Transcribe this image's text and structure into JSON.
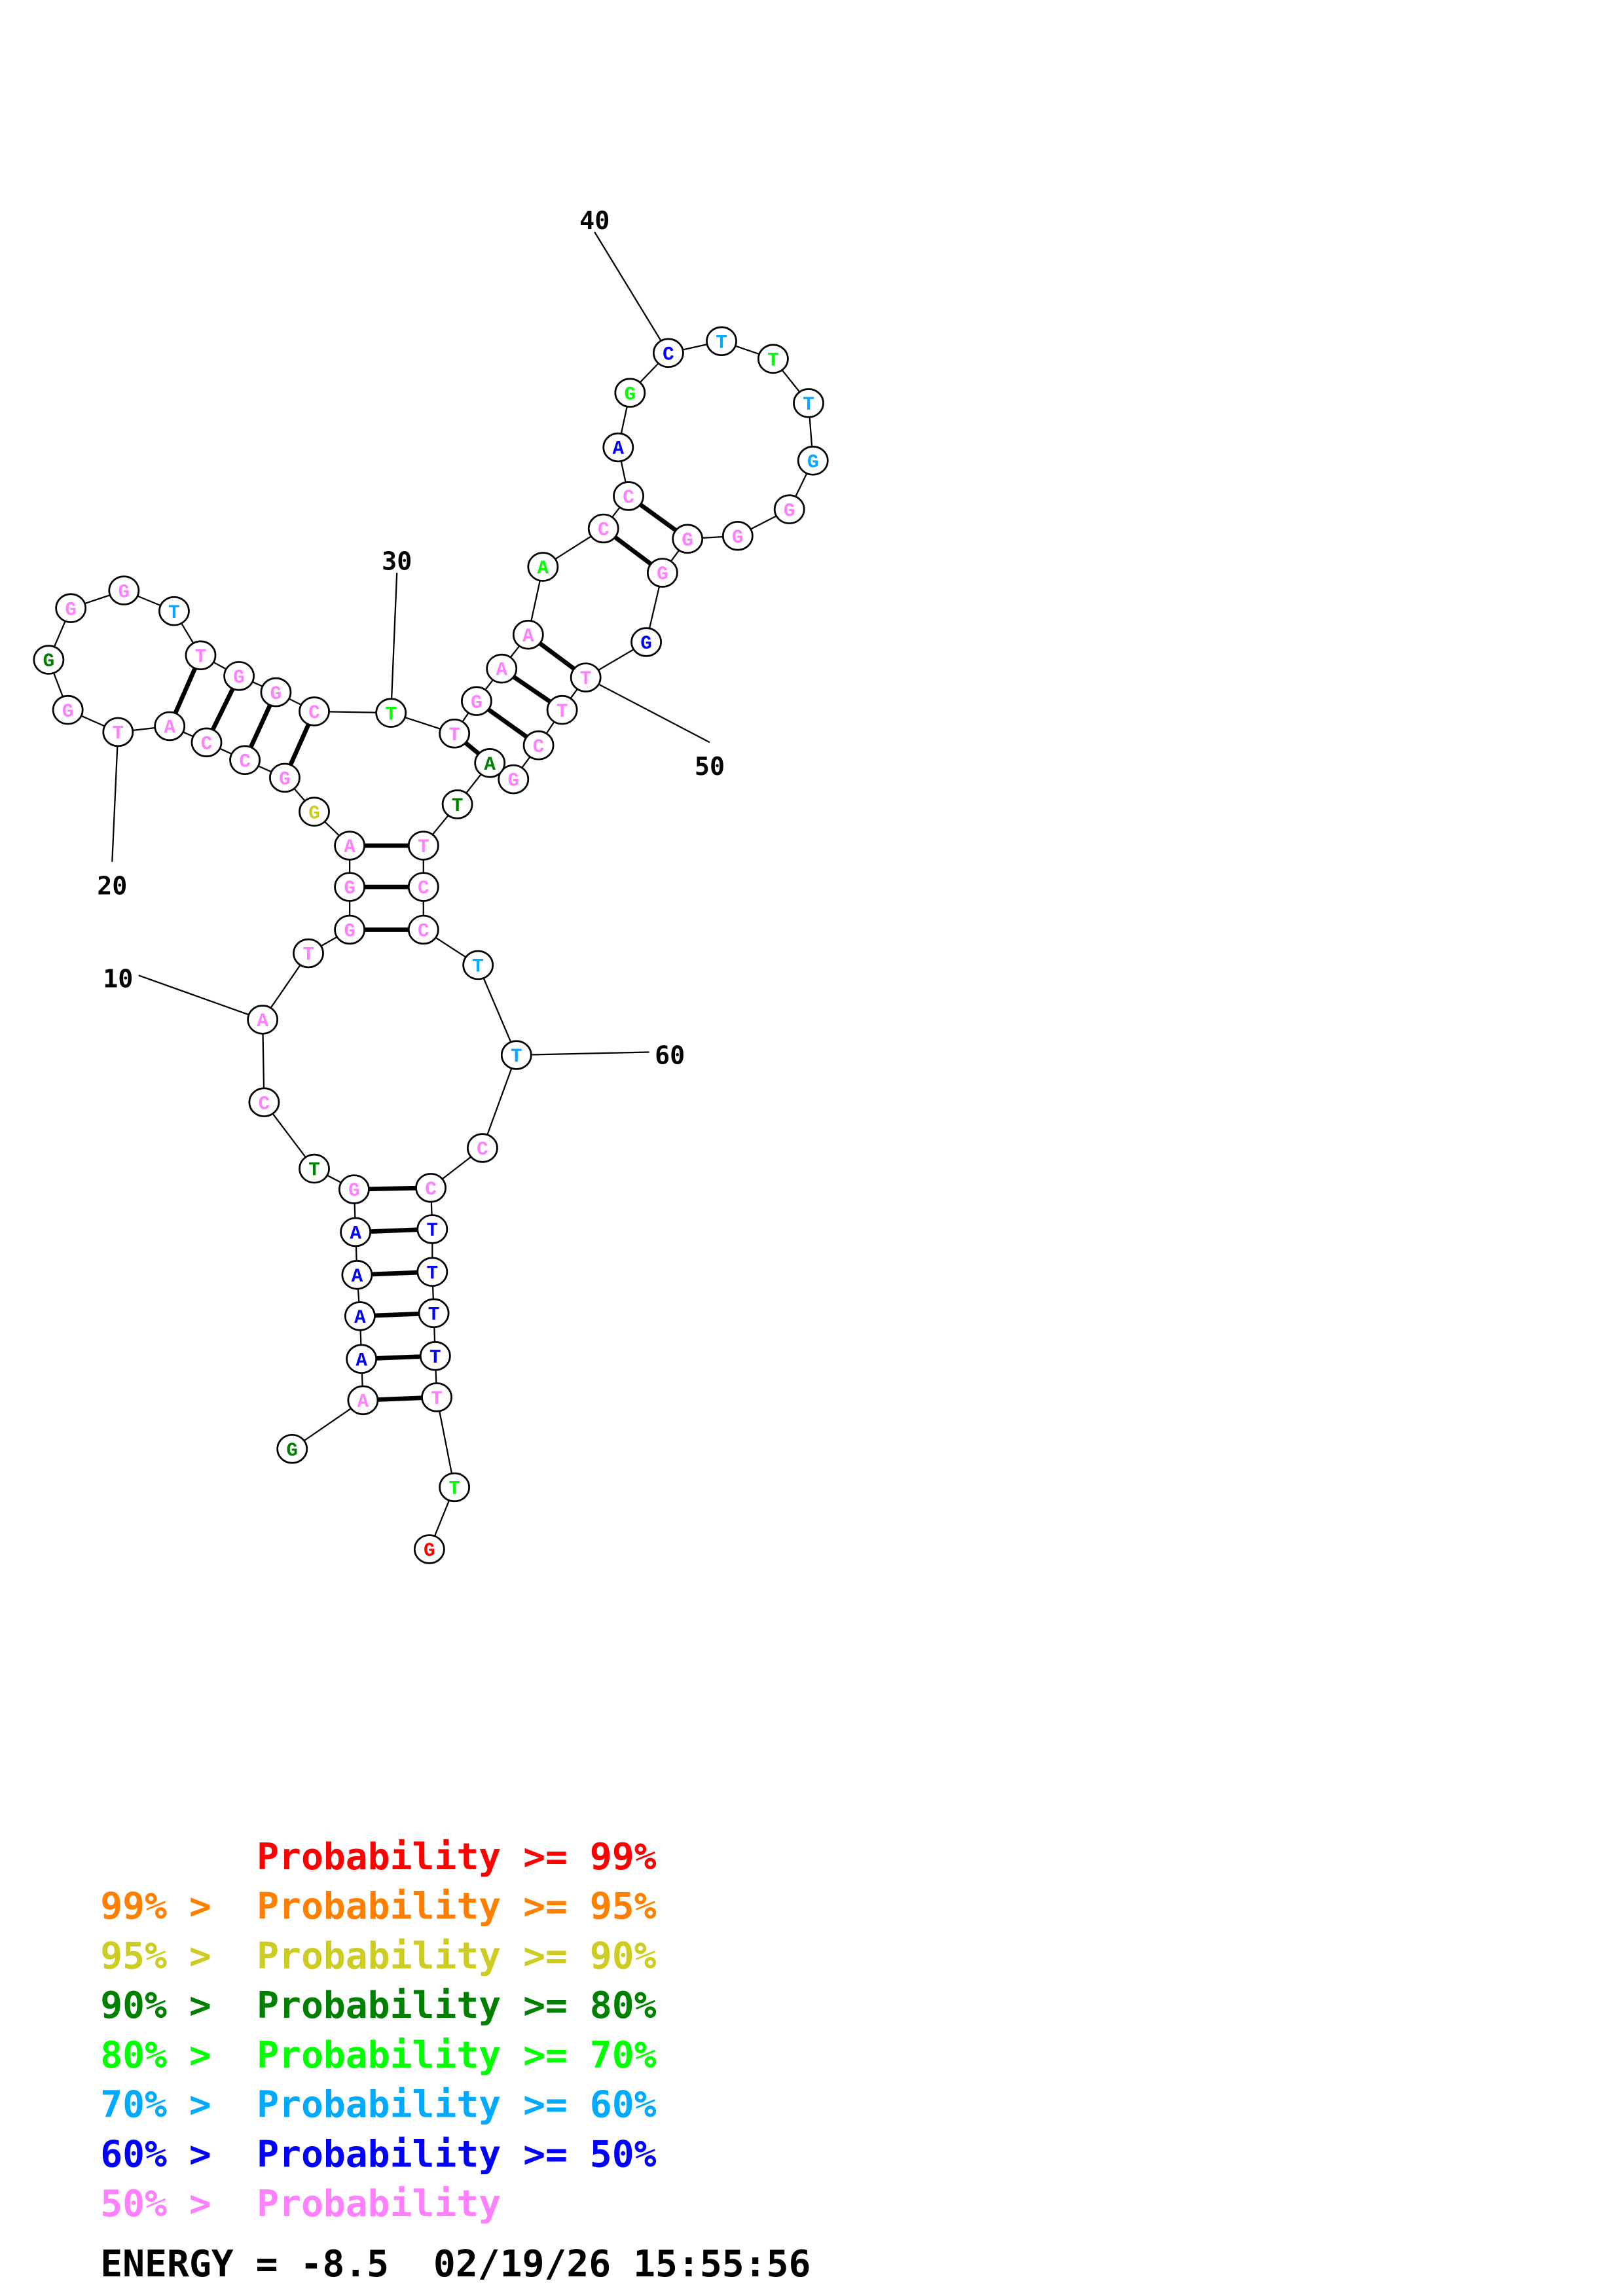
{
  "nucleotides": [
    {
      "base": "G",
      "color": "#008000"
    },
    {
      "base": "A",
      "color": "#ff80ff"
    },
    {
      "base": "A",
      "color": "#0000ff"
    },
    {
      "base": "A",
      "color": "#0000ff"
    },
    {
      "base": "A",
      "color": "#0000ff"
    },
    {
      "base": "A",
      "color": "#0000ff"
    },
    {
      "base": "G",
      "color": "#ff80ff"
    },
    {
      "base": "T",
      "color": "#008000"
    },
    {
      "base": "C",
      "color": "#ff80ff"
    },
    {
      "base": "A",
      "color": "#ff80ff"
    },
    {
      "base": "T",
      "color": "#ff80ff"
    },
    {
      "base": "G",
      "color": "#ff80ff"
    },
    {
      "base": "G",
      "color": "#ff80ff"
    },
    {
      "base": "A",
      "color": "#ff80ff"
    },
    {
      "base": "G",
      "color": "#cccc22"
    },
    {
      "base": "G",
      "color": "#ff80ff"
    },
    {
      "base": "C",
      "color": "#ff80ff"
    },
    {
      "base": "C",
      "color": "#ff80ff"
    },
    {
      "base": "A",
      "color": "#ff80ff"
    },
    {
      "base": "T",
      "color": "#ff80ff"
    },
    {
      "base": "G",
      "color": "#ff80ff"
    },
    {
      "base": "G",
      "color": "#008000"
    },
    {
      "base": "G",
      "color": "#ff80ff"
    },
    {
      "base": "G",
      "color": "#ff80ff"
    },
    {
      "base": "T",
      "color": "#00aaff"
    },
    {
      "base": "T",
      "color": "#ff80ff"
    },
    {
      "base": "G",
      "color": "#ff80ff"
    },
    {
      "base": "G",
      "color": "#ff80ff"
    },
    {
      "base": "C",
      "color": "#ff80ff"
    },
    {
      "base": "T",
      "color": "#00ff00"
    },
    {
      "base": "T",
      "color": "#ff80ff"
    },
    {
      "base": "G",
      "color": "#ff80ff"
    },
    {
      "base": "A",
      "color": "#ff80ff"
    },
    {
      "base": "A",
      "color": "#ff80ff"
    },
    {
      "base": "A",
      "color": "#00ff00"
    },
    {
      "base": "C",
      "color": "#ff80ff"
    },
    {
      "base": "C",
      "color": "#ff80ff"
    },
    {
      "base": "A",
      "color": "#0000ff"
    },
    {
      "base": "G",
      "color": "#00ff00"
    },
    {
      "base": "C",
      "color": "#0000ff"
    },
    {
      "base": "T",
      "color": "#00aaff"
    },
    {
      "base": "T",
      "color": "#00ff00"
    },
    {
      "base": "T",
      "color": "#00aaff"
    },
    {
      "base": "G",
      "color": "#00aaff"
    },
    {
      "base": "G",
      "color": "#ff80ff"
    },
    {
      "base": "G",
      "color": "#ff80ff"
    },
    {
      "base": "G",
      "color": "#ff80ff"
    },
    {
      "base": "G",
      "color": "#ff80ff"
    },
    {
      "base": "G",
      "color": "#0000ff"
    },
    {
      "base": "T",
      "color": "#ff80ff"
    },
    {
      "base": "T",
      "color": "#ff80ff"
    },
    {
      "base": "C",
      "color": "#ff80ff"
    },
    {
      "base": "G",
      "color": "#ff80ff"
    },
    {
      "base": "A",
      "color": "#008000"
    },
    {
      "base": "T",
      "color": "#008000"
    },
    {
      "base": "T",
      "color": "#ff80ff"
    },
    {
      "base": "C",
      "color": "#ff80ff"
    },
    {
      "base": "C",
      "color": "#ff80ff"
    },
    {
      "base": "T",
      "color": "#00aaff"
    },
    {
      "base": "T",
      "color": "#00aaff"
    },
    {
      "base": "C",
      "color": "#ff80ff"
    },
    {
      "base": "C",
      "color": "#ff80ff"
    },
    {
      "base": "T",
      "color": "#0000ff"
    },
    {
      "base": "T",
      "color": "#0000ff"
    },
    {
      "base": "T",
      "color": "#0000ff"
    },
    {
      "base": "T",
      "color": "#0000ff"
    },
    {
      "base": "T",
      "color": "#ff80ff"
    },
    {
      "base": "T",
      "color": "#00ff00"
    },
    {
      "base": "G",
      "color": "#ff0000"
    }
  ],
  "pairs": [
    [
      2,
      67
    ],
    [
      3,
      66
    ],
    [
      4,
      65
    ],
    [
      5,
      64
    ],
    [
      6,
      63
    ],
    [
      7,
      62
    ],
    [
      12,
      58
    ],
    [
      13,
      57
    ],
    [
      14,
      56
    ],
    [
      16,
      29
    ],
    [
      17,
      28
    ],
    [
      18,
      27
    ],
    [
      19,
      26
    ],
    [
      31,
      54
    ],
    [
      32,
      52
    ],
    [
      33,
      51
    ],
    [
      34,
      50
    ],
    [
      36,
      48
    ],
    [
      37,
      47
    ]
  ],
  "position_labels": [
    "10",
    "20",
    "30",
    "40",
    "50",
    "60"
  ],
  "legend": [
    {
      "prefix": "",
      "text": "Probability >= 99%",
      "color": "#ff0000"
    },
    {
      "prefix": "99% > ",
      "text": "Probability >= 95%",
      "color": "#ff8000"
    },
    {
      "prefix": "95% > ",
      "text": "Probability >= 90%",
      "color": "#cccc22"
    },
    {
      "prefix": "90% > ",
      "text": "Probability >= 80%",
      "color": "#008000"
    },
    {
      "prefix": "80% > ",
      "text": "Probability >= 70%",
      "color": "#00ff00"
    },
    {
      "prefix": "70% > ",
      "text": "Probability >= 60%",
      "color": "#00aaff"
    },
    {
      "prefix": "60% > ",
      "text": "Probability >= 50%",
      "color": "#0000ff"
    },
    {
      "prefix": "50% > ",
      "text": "Probability",
      "color": "#ff80ff"
    }
  ],
  "energy_line": "ENERGY = -8.5  02/19/26 15:55:56"
}
